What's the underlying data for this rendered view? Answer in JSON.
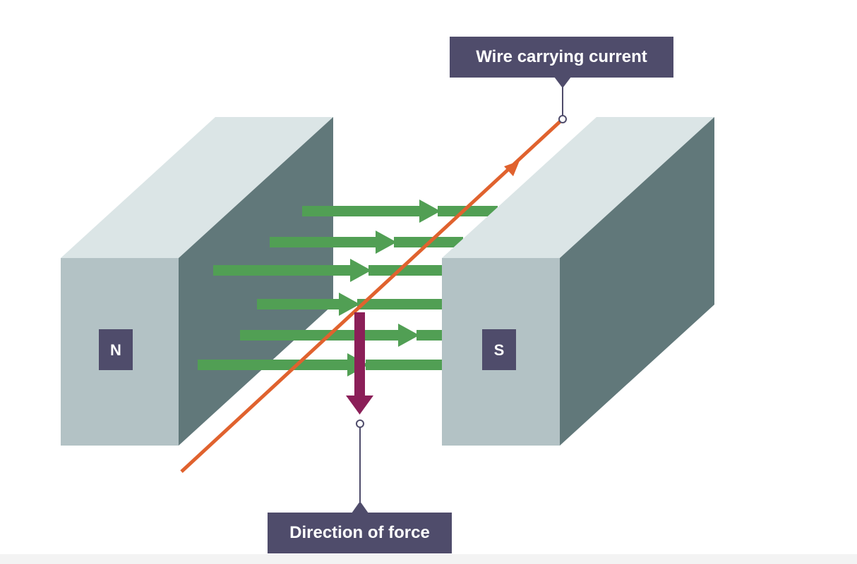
{
  "labels": {
    "wire": "Wire carrying current",
    "force": "Direction of force",
    "north_pole": "N",
    "south_pole": "S"
  },
  "colors": {
    "magnet_front": "#b3c2c5",
    "magnet_top": "#dbe5e6",
    "magnet_side": "#61787a",
    "field_arrow": "#519f54",
    "wire": "#e0622e",
    "force_arrow": "#8b1f58",
    "label_box": "#4f4c6b",
    "label_text": "#ffffff"
  },
  "icons": {
    "field": "arrow-right-icon",
    "force": "arrow-down-icon"
  }
}
